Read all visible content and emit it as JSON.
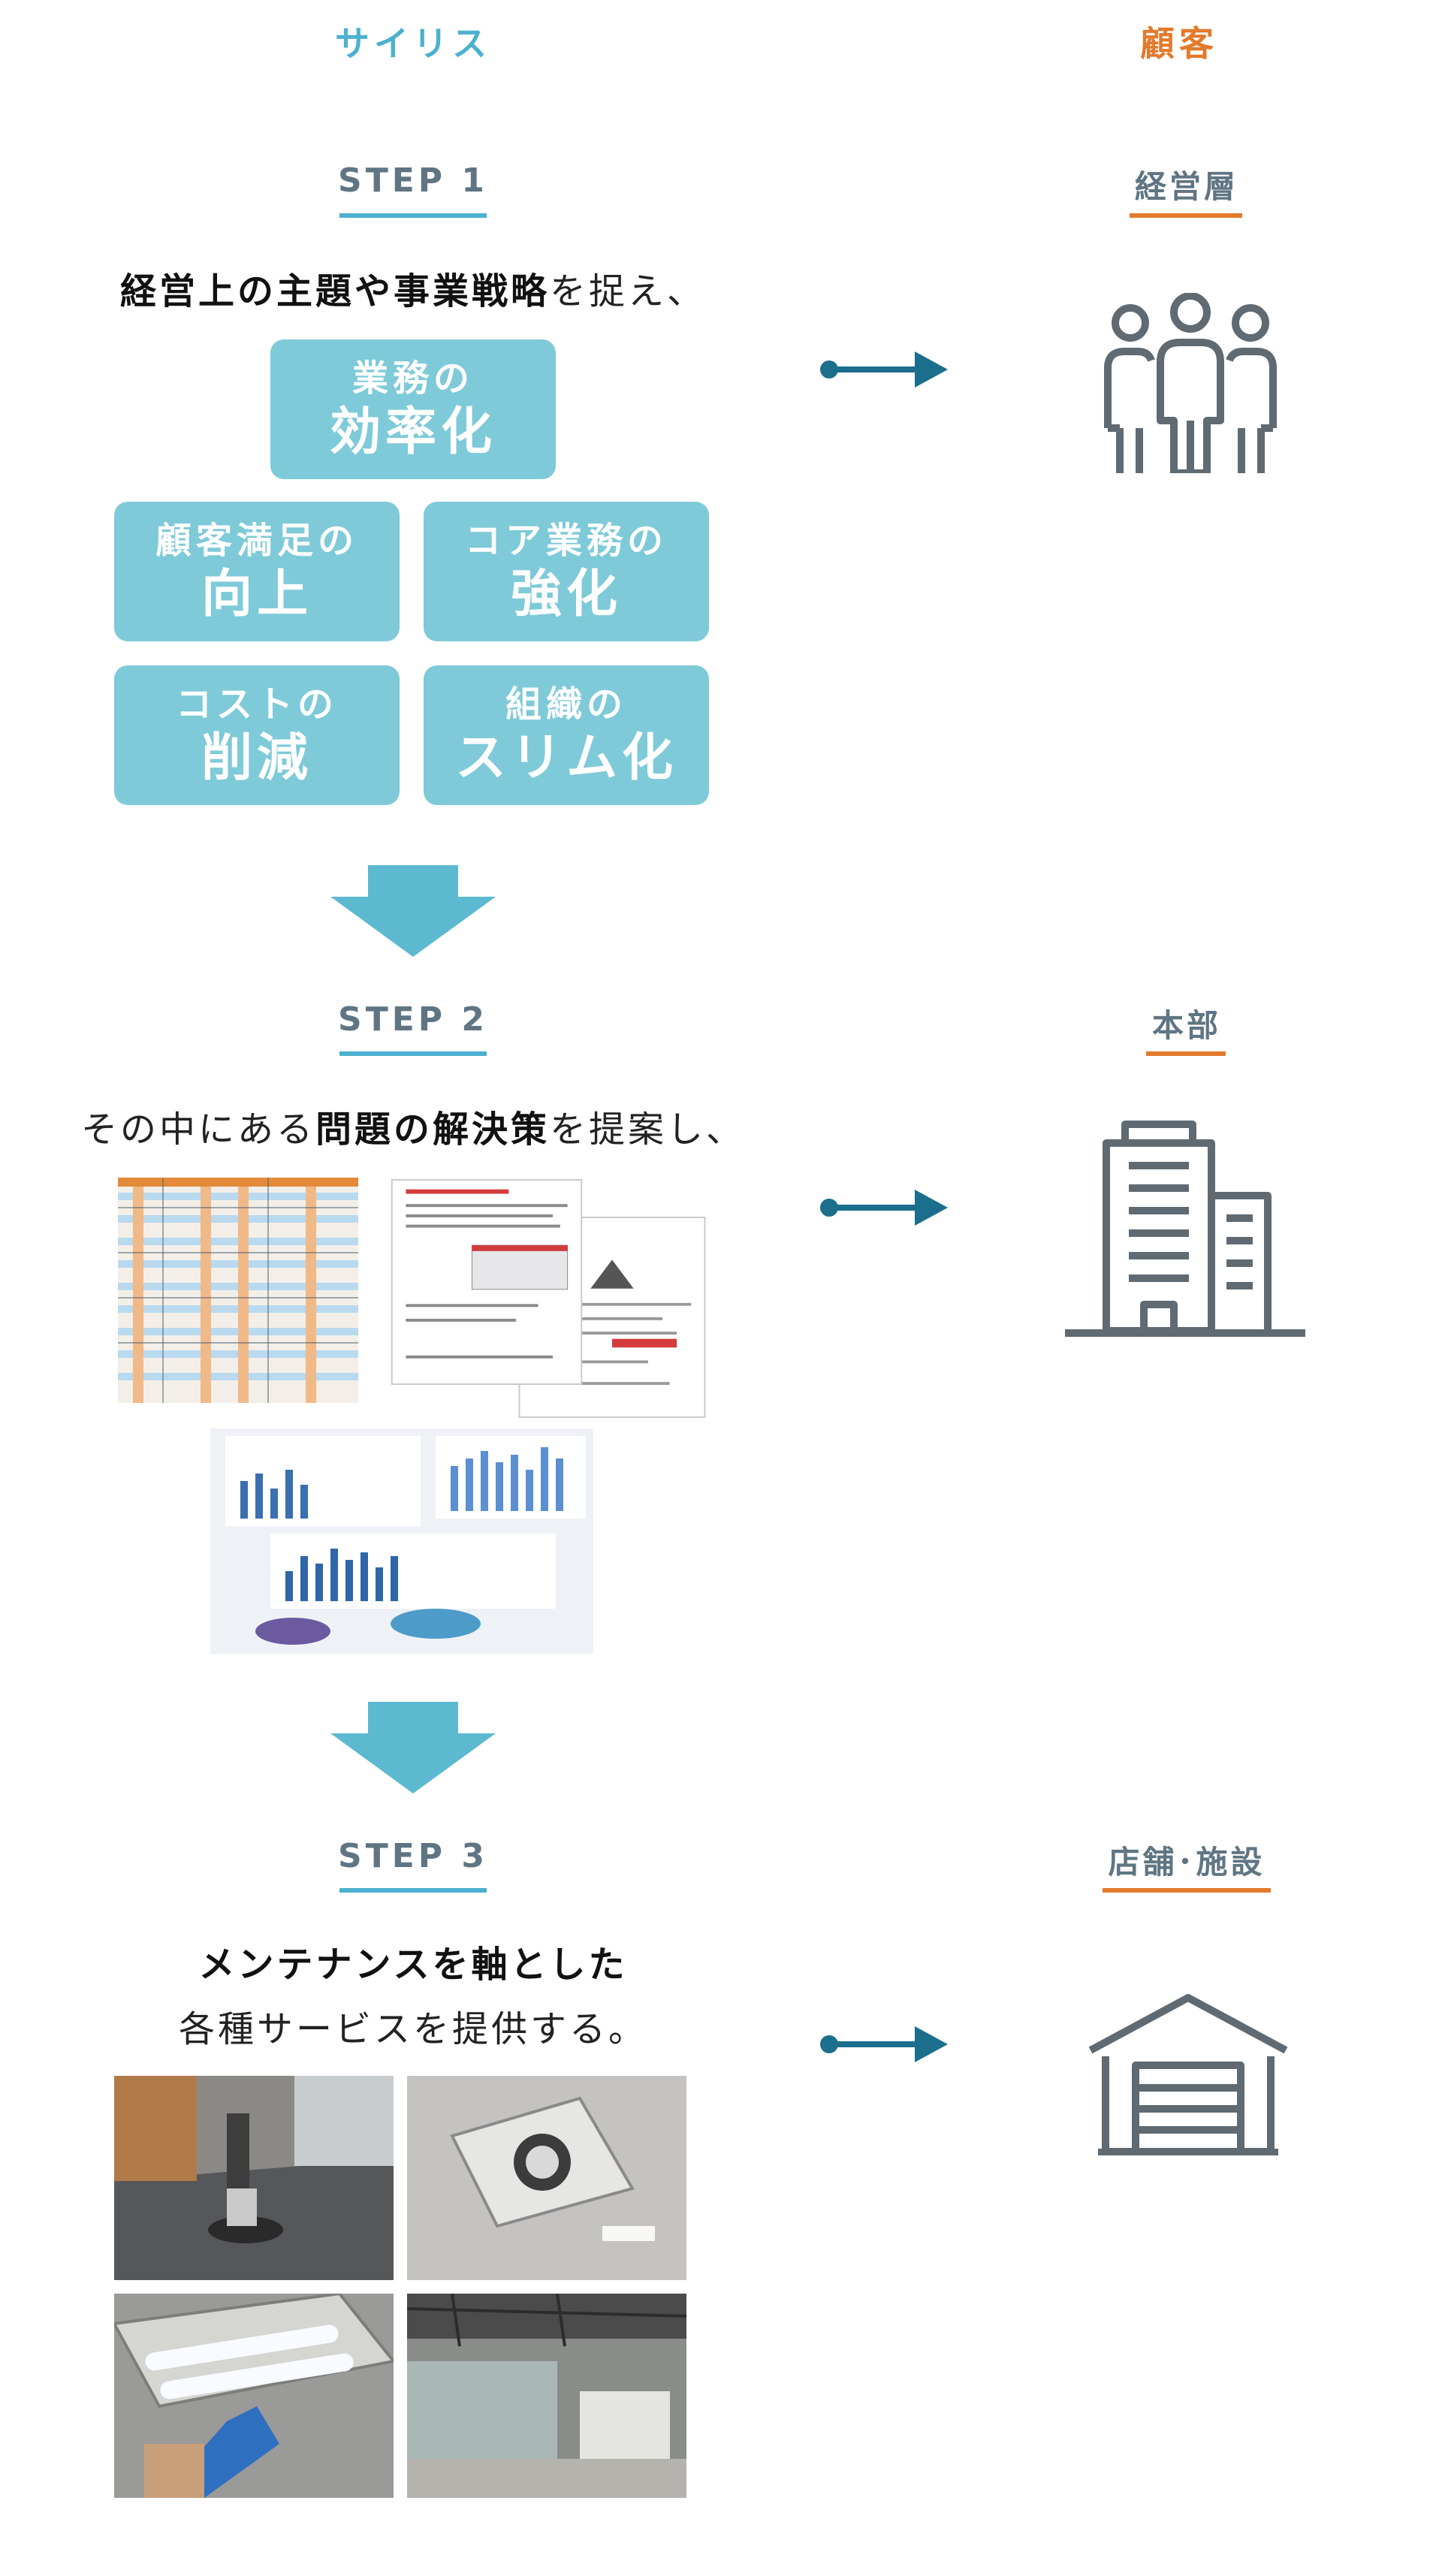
{
  "columns": {
    "left_heading": "サイリス",
    "right_heading": "顧客",
    "left_color": "#4bb1cf",
    "right_color": "#e37a2c"
  },
  "step1": {
    "label": "STEP 1",
    "lead_bold": "経営上の主題や事業戦略",
    "lead_rest": "を捉え、",
    "boxes": [
      {
        "line1": "業務の",
        "line2": "効率化"
      },
      {
        "line1": "顧客満足の",
        "line2": "向上"
      },
      {
        "line1": "コア業務の",
        "line2": "強化"
      },
      {
        "line1": "コストの",
        "line2": "削減"
      },
      {
        "line1": "組織の",
        "line2": "スリム化"
      }
    ],
    "customer": "経営層",
    "customer_icon": "people-group-icon"
  },
  "step2": {
    "label": "STEP 2",
    "lead_pre": "その中にある",
    "lead_bold": "問題の解決策",
    "lead_post": "を提案し、",
    "customer": "本部",
    "customer_icon": "office-building-icon"
  },
  "step3": {
    "label": "STEP 3",
    "lead_bold": "メンテナンスを軸とした",
    "lead_line2": "各種サービスを提供する。",
    "customer": "店舗･施設",
    "customer_icon": "store-warehouse-icon"
  },
  "colors": {
    "box_fill": "#7ecad8",
    "arrow_down": "#5cb9cf",
    "arrow_right": "#1b6e8c",
    "icon_gray": "#5f6a72"
  }
}
